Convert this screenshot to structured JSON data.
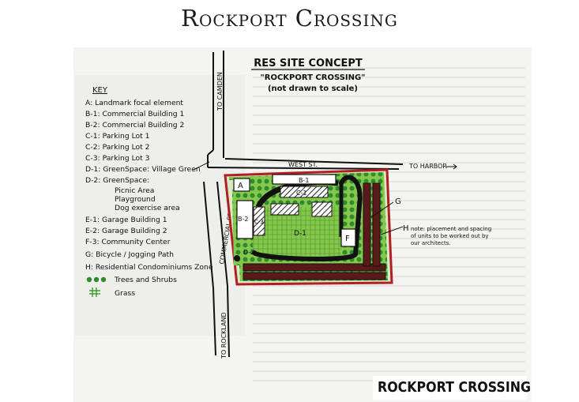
{
  "header": {
    "title": "Rockport Crossing"
  },
  "diagram": {
    "title": "RES SITE CONCEPT",
    "subtitle": "\"ROCKPORT CROSSING\"",
    "note": "(not drawn to scale)",
    "key": {
      "heading": "KEY",
      "items": [
        "A: Landmark focal element",
        "B-1: Commercial Building 1",
        "B-2: Commercial Building 2",
        "C-1: Parking Lot 1",
        "C-2: Parking Lot 2",
        "C-3: Parking Lot 3",
        "D-1: GreenSpace: Village Green",
        "D-2: GreenSpace:",
        "Picnic Area",
        "Playground",
        "Dog exercise area",
        "E-1: Garage Building 1",
        "E-2: Garage Building 2",
        "F-3: Community Center",
        "G: Bicycle / Jogging Path",
        "H: Residential Condominiums Zone",
        "Trees and Shrubs",
        "Grass"
      ]
    },
    "streets": {
      "west": "WEST ST.",
      "commercial": "COMMERCIAL ST.",
      "to_camden": "TO CAMDEN",
      "to_harbor": "TO HARBOR",
      "to_rockland": "TO ROCKLAND"
    },
    "labels": {
      "a": "A",
      "b1": "B-1",
      "b2": "B-2",
      "c1": "C-1",
      "c3": "C-3",
      "d1": "D-1",
      "d2": "D-2",
      "f": "F",
      "g": "G",
      "h": "H"
    },
    "h_note": "note: placement and spacing of units to be worked out by our architects."
  },
  "footer": {
    "label": "ROCKPORT CROSSING"
  },
  "colors": {
    "border_red": "#b21e24",
    "grass_green": "#7cc142",
    "tree_green": "#2e8b2e",
    "dark_band": "#5a1a1a",
    "path_black": "#111111"
  }
}
